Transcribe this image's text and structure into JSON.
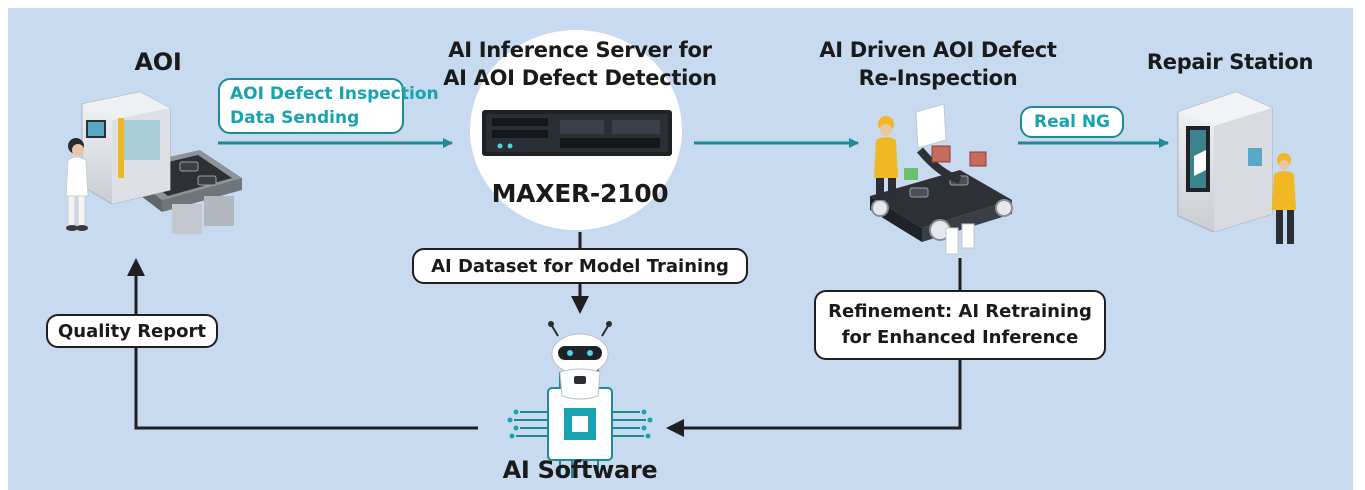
{
  "stages": {
    "aoi": {
      "title": "AOI"
    },
    "server": {
      "title_line1": "AI Inference Server for",
      "title_line2": "AI AOI Defect Detection",
      "model": "MAXER-2100"
    },
    "reinspection": {
      "title_line1": "AI Driven AOI Defect",
      "title_line2": "Re-Inspection"
    },
    "repair": {
      "title": "Repair Station"
    },
    "software": {
      "title": "AI Software"
    }
  },
  "flow_labels": {
    "data_sending_line1": "AOI Defect Inspection",
    "data_sending_line2": "Data Sending",
    "real_ng": "Real NG",
    "dataset": "AI Dataset for Model Training",
    "refinement_line1": "Refinement: AI Retraining",
    "refinement_line2": "for Enhanced Inference",
    "quality_report": "Quality Report"
  },
  "colors": {
    "background": "#c7daf0",
    "teal_arrow": "#1d8a95",
    "teal_text": "#17a2b0",
    "dark_arrow": "#1f1f1f",
    "accent_yellow": "#f2b824"
  }
}
